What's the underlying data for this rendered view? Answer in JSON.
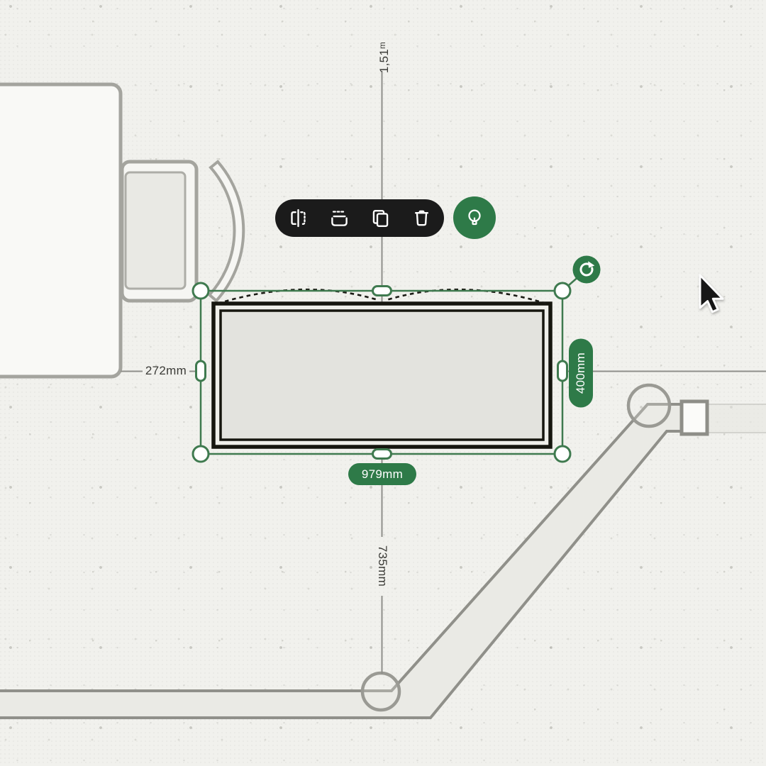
{
  "canvas": {
    "background_color": "#f1f1ed",
    "accent_green": "#2e7a48",
    "selection_green": "#3f7a4f",
    "toolbar_color": "#1b1b1b",
    "wall_color": "#90908a",
    "dimension_line_color": "#8f8f8a",
    "object_fill": "#e3e3de"
  },
  "toolbar": {
    "buttons": [
      {
        "icon": "flip-horizontal-icon"
      },
      {
        "icon": "drawer-icon"
      },
      {
        "icon": "duplicate-icon"
      },
      {
        "icon": "trash-icon"
      }
    ],
    "suggestion_button": {
      "icon": "lightbulb-icon"
    }
  },
  "selected_object": {
    "width_badge": "979mm",
    "depth_badge": "400mm",
    "rotate_button": {
      "icon": "rotate-icon"
    }
  },
  "measurements": {
    "gap_left": "272mm",
    "gap_bottom": "735mm",
    "gap_top": "1,51ᵐ"
  },
  "cursor": {
    "icon": "arrow-cursor-icon"
  }
}
